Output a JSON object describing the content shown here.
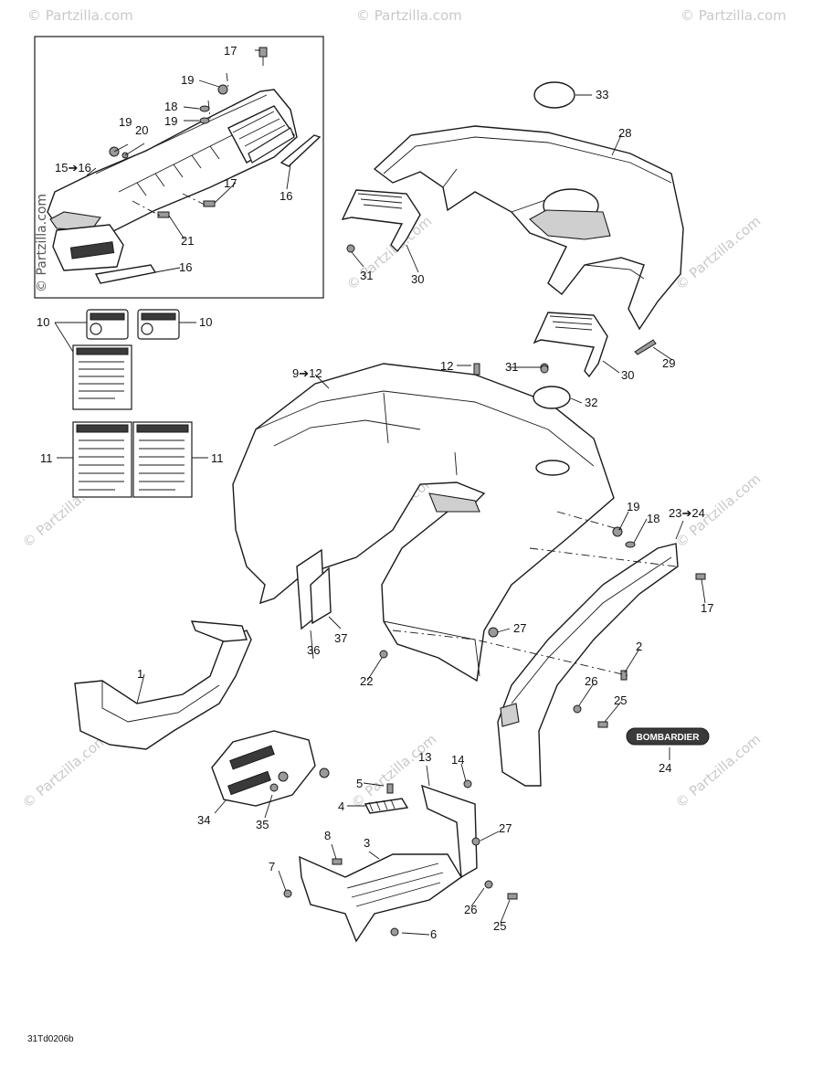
{
  "watermark": {
    "text": "© Partzilla.com",
    "vertical_text": "© Partzilla.com",
    "color": "#c9c9c9"
  },
  "drawing_code": "31Td0206b",
  "decal_brand": "BOMBARDIER",
  "callouts": {
    "c1": "1",
    "c2": "2",
    "c3": "3",
    "c4": "4",
    "c5": "5",
    "c6": "6",
    "c7": "7",
    "c8": "8",
    "c9_12": "9➔12",
    "c10a": "10",
    "c10b": "10",
    "c11a": "11",
    "c11b": "11",
    "c12": "12",
    "c13": "13",
    "c14": "14",
    "c15_16": "15➔16",
    "c16a": "16",
    "c16b": "16",
    "c17a": "17",
    "c17b": "17",
    "c17c": "17",
    "c18a": "18",
    "c18b": "18",
    "c19a": "19",
    "c19b": "19",
    "c19c": "19",
    "c19d": "19",
    "c20": "20",
    "c21": "21",
    "c22": "22",
    "c23_24": "23➔24",
    "c24": "24",
    "c25a": "25",
    "c25b": "25",
    "c26a": "26",
    "c26b": "26",
    "c27a": "27",
    "c27b": "27",
    "c28": "28",
    "c29": "29",
    "c30a": "30",
    "c30b": "30",
    "c31a": "31",
    "c31b": "31",
    "c32": "32",
    "c33": "33",
    "c34": "34",
    "c35": "35",
    "c36": "36",
    "c37": "37"
  }
}
